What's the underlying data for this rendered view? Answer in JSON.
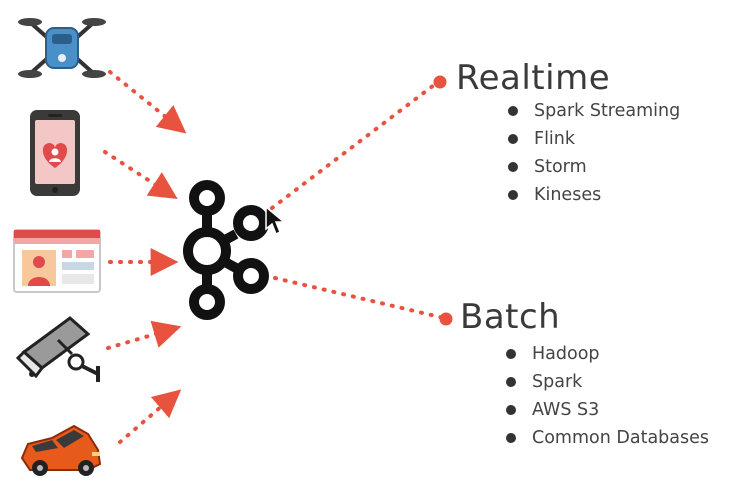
{
  "realtime": {
    "title": "Realtime",
    "items": [
      "Spark Streaming",
      "Flink",
      "Storm",
      "Kineses"
    ]
  },
  "batch": {
    "title": "Batch",
    "items": [
      "Hadoop",
      "Spark",
      "AWS S3",
      "Common Databases"
    ]
  },
  "sources": [
    {
      "icon": "drone-icon"
    },
    {
      "icon": "smartphone-heart-icon"
    },
    {
      "icon": "web-page-icon"
    },
    {
      "icon": "security-camera-icon"
    },
    {
      "icon": "car-icon"
    }
  ],
  "hub_icon": "kafka-logo-icon",
  "colors": {
    "arrow": "#e8533f",
    "text": "#3a3a3a",
    "logo": "#111111",
    "drone": "#4a90c8",
    "phone": "#3a3a3a",
    "heart": "#e04a4a",
    "car": "#e85a1c"
  }
}
